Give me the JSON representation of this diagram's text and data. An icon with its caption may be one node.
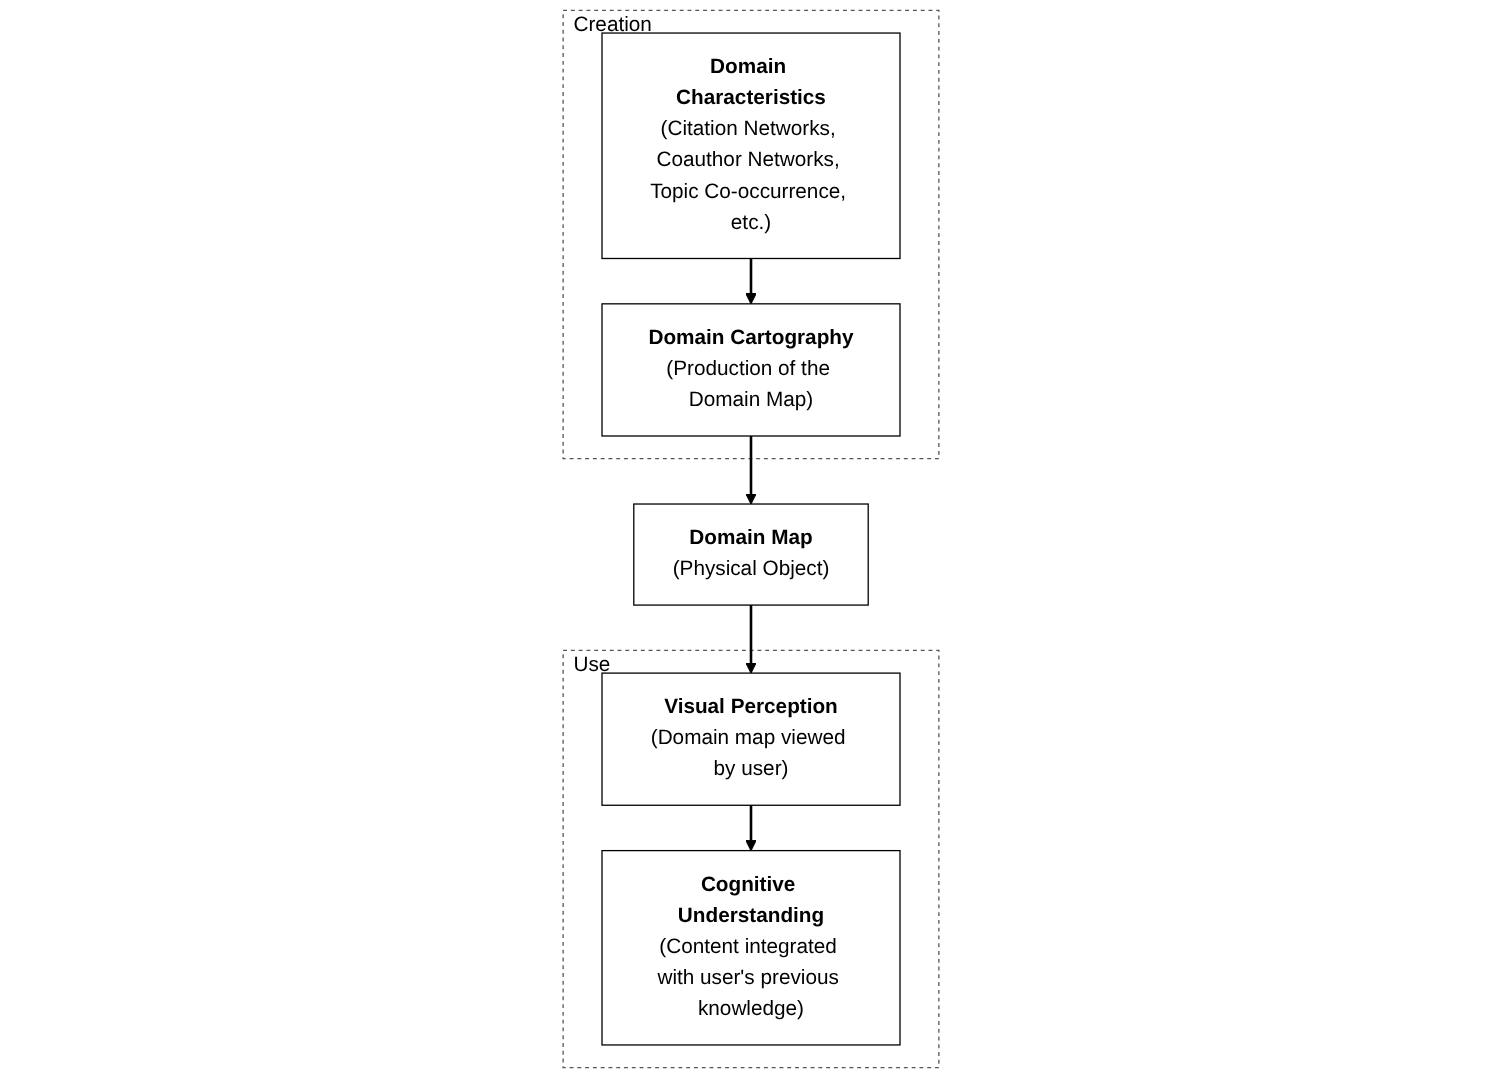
{
  "diagram": {
    "nodes": [
      {
        "text": [
          "Creation"
        ]
      },
      {
        "text": [
          "Domain Characteristics",
          "(Citation Networks, Coauthor Networks, Topic Co-occurrence, etc.)"
        ],
        "in": 0
      },
      {
        "text": [
          "Domain Cartography",
          "(Production of the Domain Map)"
        ],
        "in": 0
      },
      {
        "text": [
          "Domain Map",
          "(Physical Object)"
        ]
      },
      {
        "text": [
          "Use"
        ]
      },
      {
        "text": [
          "Visual Perception",
          "(Domain map viewed by user)"
        ],
        "in": 4
      },
      {
        "text": [
          "Cognitive Understanding",
          "(Content integrated with user's previous knowledge)"
        ],
        "in": 4
      }
    ],
    "edges": [
      {
        "from": 1,
        "to": 2,
        "arrow": "to"
      },
      {
        "from": 2,
        "to": 3,
        "arrow": "to"
      },
      {
        "from": 3,
        "to": 5,
        "arrow": "to"
      },
      {
        "from": 5,
        "to": 6,
        "arrow": "to"
      }
    ]
  }
}
